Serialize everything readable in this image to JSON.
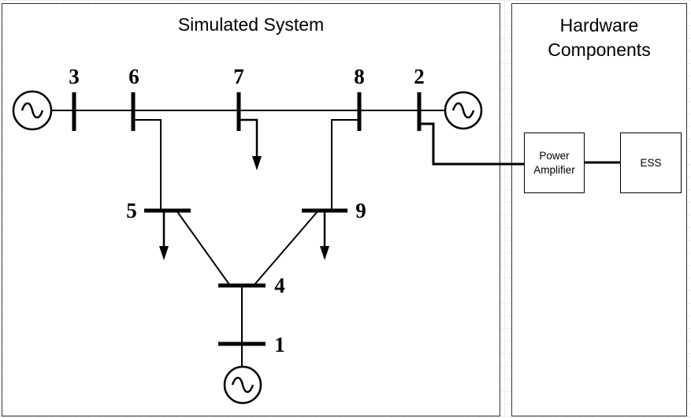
{
  "simulated_system": {
    "title": "Simulated System",
    "buses": [
      "3",
      "6",
      "7",
      "8",
      "2",
      "5",
      "9",
      "4",
      "1"
    ]
  },
  "hardware_components": {
    "title": "Hardware\nComponents",
    "power_amplifier": "Power\nAmplifier",
    "ess": "ESS"
  }
}
